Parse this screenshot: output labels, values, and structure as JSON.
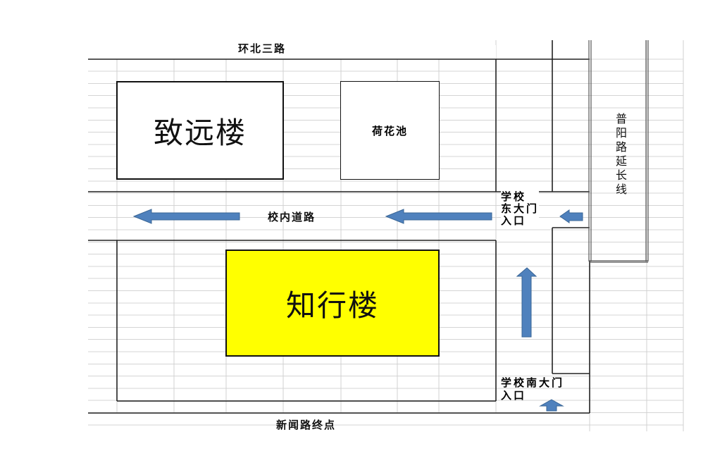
{
  "roads": {
    "north": "环北三路",
    "south": "新闻路终点",
    "internal": "校内道路",
    "east": "普阳路延长线"
  },
  "buildings": {
    "zhiyuan": "致远楼",
    "pond": "荷花池",
    "zhixing": "知行楼"
  },
  "gates": {
    "east": [
      "学校",
      "东大门",
      "入口"
    ],
    "south": [
      "学校南大门",
      "入口"
    ]
  },
  "colors": {
    "arrow": "#4f81bd",
    "highlight": "#ffff00",
    "line": "#111111",
    "grid": "#d4d4d4"
  }
}
